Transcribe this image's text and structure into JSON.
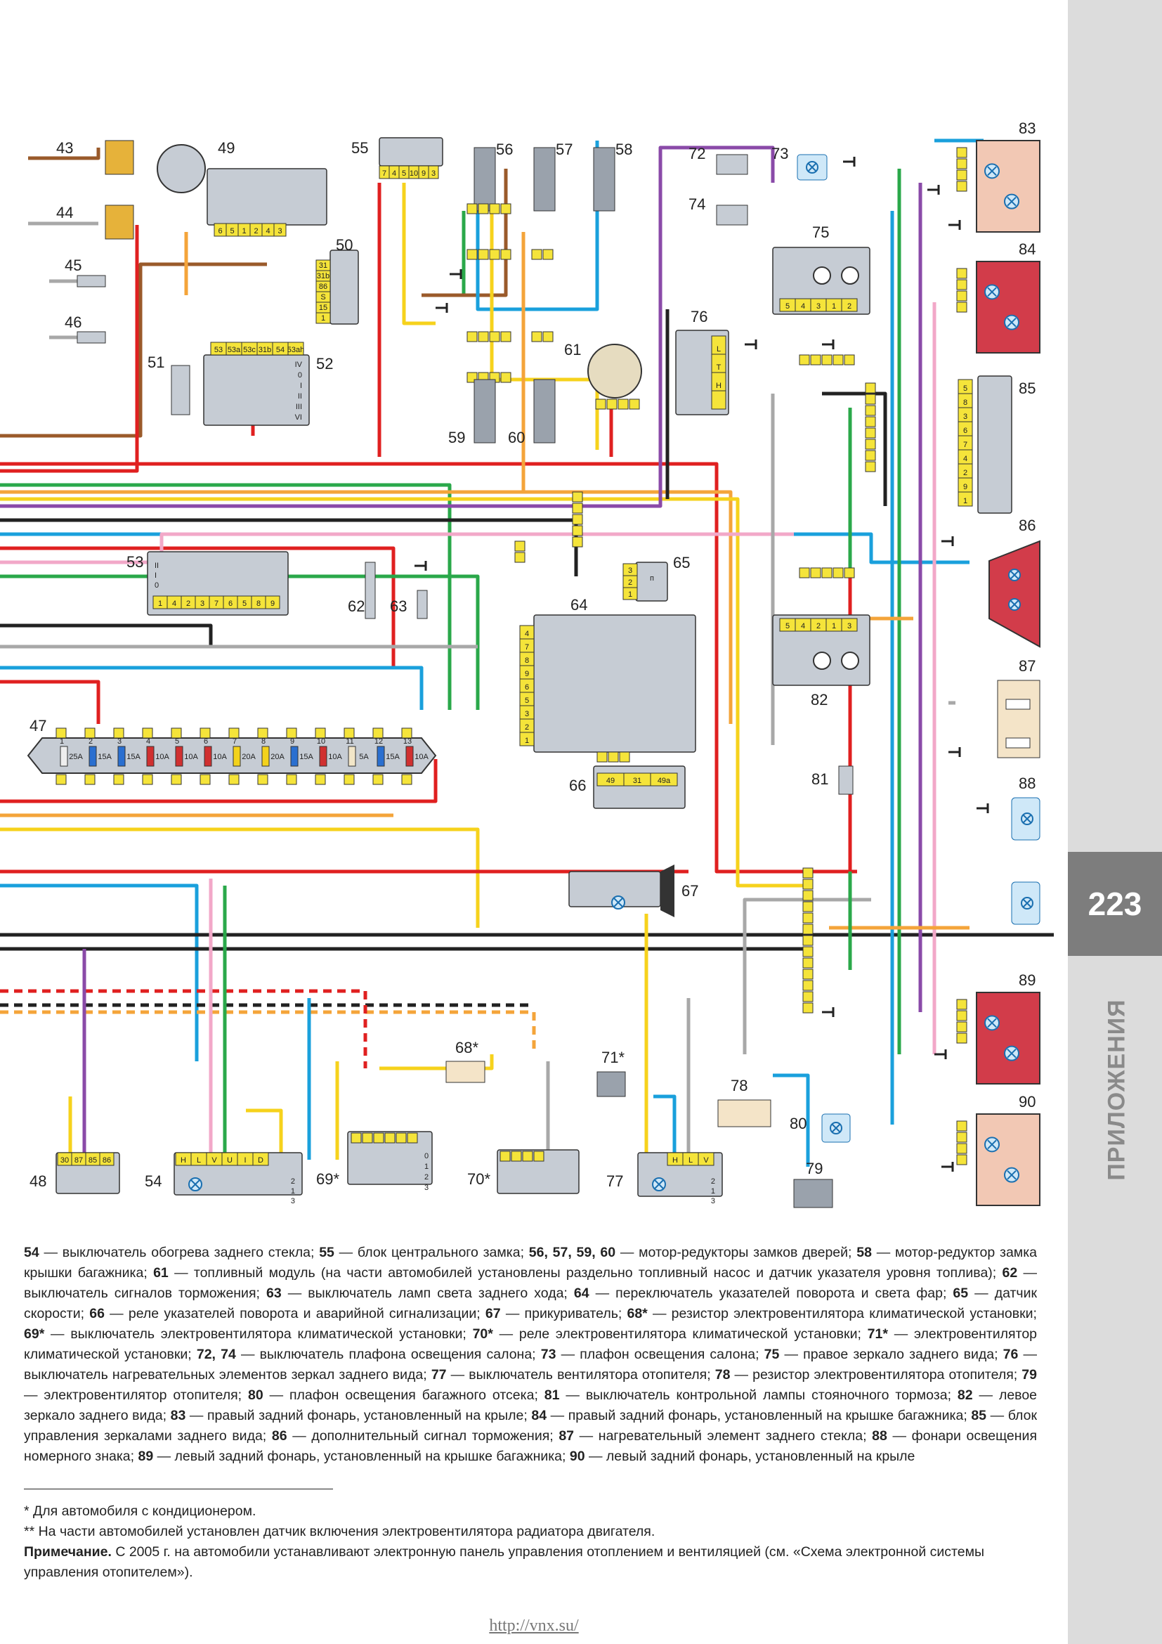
{
  "page": {
    "number": "223",
    "section": "ПРИЛОЖЕНИЯ",
    "url": "http://vnx.su/"
  },
  "colors": {
    "red": "#e02020",
    "blue": "#1aa0dc",
    "green": "#2aa84a",
    "yellow": "#f6d21c",
    "orange": "#f4a43a",
    "brown": "#9a5a2a",
    "pink": "#f2a8c8",
    "violet": "#8a4aa8",
    "gray": "#a8a8a8",
    "black": "#222222",
    "connector": "#f5e43a",
    "module": "#c6ccd4"
  },
  "components": [
    {
      "id": "43"
    },
    {
      "id": "44"
    },
    {
      "id": "45"
    },
    {
      "id": "46"
    },
    {
      "id": "47"
    },
    {
      "id": "48"
    },
    {
      "id": "49"
    },
    {
      "id": "50"
    },
    {
      "id": "51"
    },
    {
      "id": "52"
    },
    {
      "id": "53"
    },
    {
      "id": "54"
    },
    {
      "id": "55"
    },
    {
      "id": "56"
    },
    {
      "id": "57"
    },
    {
      "id": "58"
    },
    {
      "id": "59"
    },
    {
      "id": "60"
    },
    {
      "id": "61"
    },
    {
      "id": "62"
    },
    {
      "id": "63"
    },
    {
      "id": "64"
    },
    {
      "id": "65"
    },
    {
      "id": "66"
    },
    {
      "id": "67"
    },
    {
      "id": "68*"
    },
    {
      "id": "69*"
    },
    {
      "id": "70*"
    },
    {
      "id": "71*"
    },
    {
      "id": "72"
    },
    {
      "id": "73"
    },
    {
      "id": "74"
    },
    {
      "id": "75"
    },
    {
      "id": "76"
    },
    {
      "id": "77"
    },
    {
      "id": "78"
    },
    {
      "id": "79"
    },
    {
      "id": "80"
    },
    {
      "id": "81"
    },
    {
      "id": "82"
    },
    {
      "id": "83"
    },
    {
      "id": "84"
    },
    {
      "id": "85"
    },
    {
      "id": "86"
    },
    {
      "id": "87"
    },
    {
      "id": "88"
    },
    {
      "id": "89"
    },
    {
      "id": "90"
    }
  ],
  "fuses": [
    {
      "n": "1",
      "rating": "25A"
    },
    {
      "n": "2",
      "rating": "15A"
    },
    {
      "n": "3",
      "rating": "15A"
    },
    {
      "n": "4",
      "rating": "10A"
    },
    {
      "n": "5",
      "rating": "10A"
    },
    {
      "n": "6",
      "rating": "10A"
    },
    {
      "n": "7",
      "rating": "20A"
    },
    {
      "n": "8",
      "rating": "20A"
    },
    {
      "n": "9",
      "rating": "15A"
    },
    {
      "n": "10",
      "rating": "10A"
    },
    {
      "n": "11",
      "rating": "5A"
    },
    {
      "n": "12",
      "rating": "15A"
    },
    {
      "n": "13",
      "rating": "10A"
    }
  ],
  "pins": {
    "c49": [
      "6",
      "5",
      "1",
      "2",
      "4",
      "3"
    ],
    "c55": [
      "7",
      "4",
      "5",
      "10",
      "9",
      "3"
    ],
    "c50": [
      "31",
      "31b",
      "86",
      "S",
      "15",
      "1"
    ],
    "c52": [
      "53",
      "53a",
      "53c",
      "31b",
      "54",
      "53ah"
    ],
    "c52_pos": [
      "IV",
      "0",
      "I",
      "II",
      "III",
      "VI"
    ],
    "c53": [
      "1",
      "4",
      "2",
      "3",
      "7",
      "6",
      "5",
      "8",
      "9"
    ],
    "c53_pos": [
      "II",
      "I",
      "0"
    ],
    "c64": [
      "4",
      "7",
      "8",
      "9",
      "6",
      "5",
      "3",
      "2",
      "1"
    ],
    "c66": [
      "49",
      "31",
      "49a"
    ],
    "c65": [
      "3",
      "2",
      "1"
    ],
    "c65_mark": "п",
    "c75": [
      "5",
      "4",
      "3",
      "1",
      "2"
    ],
    "c82": [
      "5",
      "4",
      "2",
      "1",
      "3"
    ],
    "c85": [
      "5",
      "8",
      "3",
      "6",
      "7",
      "4",
      "2",
      "9",
      "1"
    ],
    "c76": [
      "L",
      "T",
      "H"
    ],
    "c48": [
      "30",
      "87",
      "85",
      "86"
    ],
    "c54": [
      "H",
      "L",
      "V",
      "U",
      "I",
      "D"
    ],
    "c54_pos": [
      "2",
      "1",
      "3"
    ],
    "c69_pos": [
      "0",
      "1",
      "2",
      "3"
    ],
    "c77": [
      "H",
      "L",
      "V"
    ],
    "c77_pos": [
      "2",
      "1",
      "3"
    ]
  },
  "legend_items": [
    {
      "num": "54",
      "text": " — выключатель обогрева заднего стекла; "
    },
    {
      "num": "55",
      "text": " — блок центрального замка; "
    },
    {
      "num": "56, 57, 59, 60",
      "text": " — мотор-редукторы замков дверей; "
    },
    {
      "num": "58",
      "text": " — мотор-редуктор замка крышки багажника; "
    },
    {
      "num": "61",
      "text": " — топливный модуль (на части автомобилей установлены раздельно топливный насос и датчик указателя уровня топлива); "
    },
    {
      "num": "62",
      "text": " — выключатель сигналов торможения; "
    },
    {
      "num": "63",
      "text": " — выключатель ламп света заднего хода; "
    },
    {
      "num": "64",
      "text": " — переключатель указателей поворота и света фар; "
    },
    {
      "num": "65",
      "text": " — датчик скорости; "
    },
    {
      "num": "66",
      "text": " — реле указателей поворота и аварийной сигнализации; "
    },
    {
      "num": "67",
      "text": " — прикуриватель; "
    },
    {
      "num": "68*",
      "text": " — резистор электровентилятора климатической установки; "
    },
    {
      "num": "69*",
      "text": " — выключатель электровентилятора климатической установки; "
    },
    {
      "num": "70*",
      "text": " — реле электровентилятора климатической установки; "
    },
    {
      "num": "71*",
      "text": " — электровентилятор климатической установки; "
    },
    {
      "num": "72, 74",
      "text": " — выключатель плафона освещения салона; "
    },
    {
      "num": "73",
      "text": " — плафон освещения салона;  "
    },
    {
      "num": "75",
      "text": " — правое зеркало заднего вида; "
    },
    {
      "num": "76",
      "text": " — выключатель нагревательных элементов зеркал заднего вида; "
    },
    {
      "num": "77",
      "text": " — выключатель вентилятора отопителя; "
    },
    {
      "num": "78",
      "text": " — резистор электровентилятора отопителя; "
    },
    {
      "num": "79",
      "text": " — электровентилятор отопителя; "
    },
    {
      "num": "80",
      "text": " — плафон освещения багажного отсека; "
    },
    {
      "num": "81",
      "text": " — выключатель контрольной лампы стояночного тормоза; "
    },
    {
      "num": "82",
      "text": " — левое зеркало заднего вида; "
    },
    {
      "num": "83",
      "text": " — правый задний фонарь, установленный на крыле; "
    },
    {
      "num": "84",
      "text": " — правый задний фонарь, установленный на крышке багажника; "
    },
    {
      "num": "85",
      "text": " — блок управления зеркалами заднего вида; "
    },
    {
      "num": "86",
      "text": " — дополнительный сигнал торможения; "
    },
    {
      "num": "87",
      "text": " — нагревательный элемент заднего стекла; "
    },
    {
      "num": "88",
      "text": " — фонари освещения номерного знака; "
    },
    {
      "num": "89",
      "text": " — левый задний фонарь, установленный на крышке багажника; "
    },
    {
      "num": "90",
      "text": " — левый задний фонарь, установленный на крыле"
    }
  ],
  "footnotes": {
    "one_star": "  * Для автомобиля с кондиционером.",
    "two_star": "** На части автомобилей установлен датчик включения электровентилятора радиатора двигателя.",
    "note_label": "Примечание.",
    "note_text": " С 2005 г. на автомобили устанавливают электронную панель управления отоплением и вентиляцией (см. «Схема электронной системы управления отопителем»)."
  }
}
